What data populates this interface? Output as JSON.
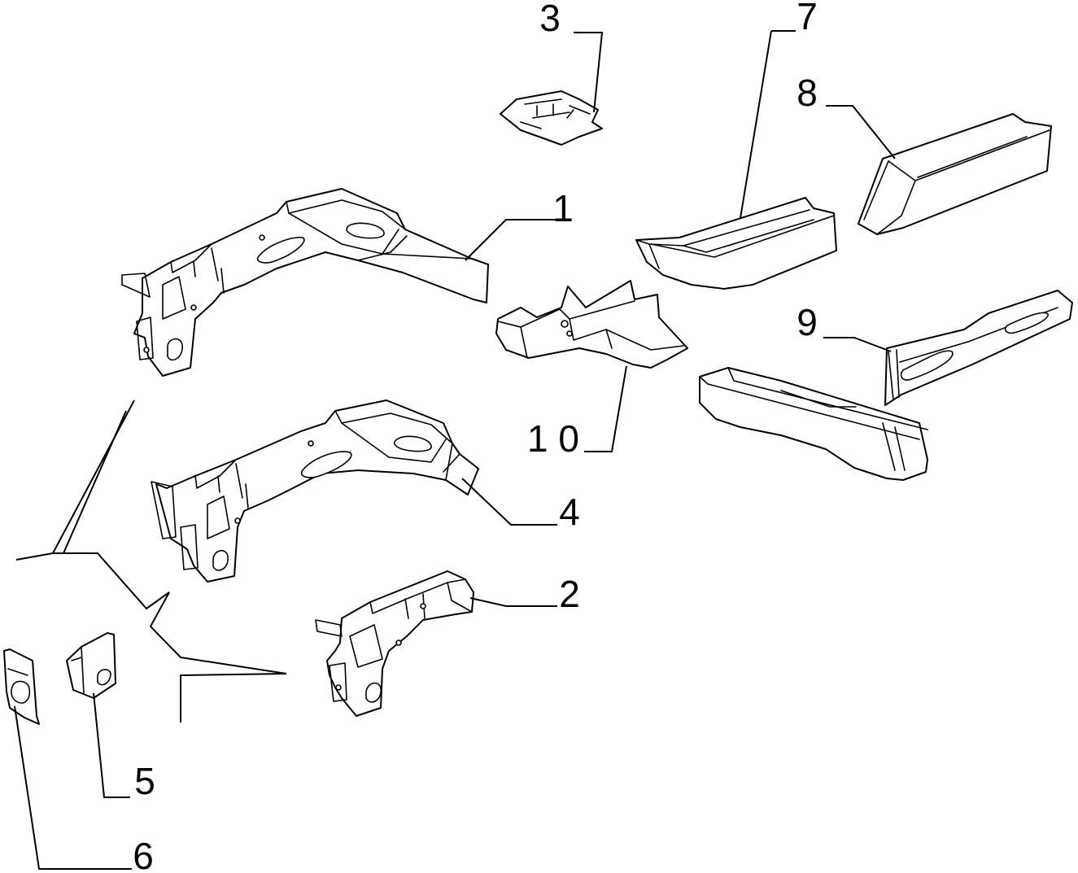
{
  "diagram": {
    "background": "#ffffff",
    "line_color": "#000000",
    "callouts": [
      {
        "id": "1",
        "label": "1"
      },
      {
        "id": "2",
        "label": "2"
      },
      {
        "id": "3",
        "label": "3"
      },
      {
        "id": "4",
        "label": "4"
      },
      {
        "id": "5",
        "label": "5"
      },
      {
        "id": "6",
        "label": "6"
      },
      {
        "id": "7",
        "label": "7"
      },
      {
        "id": "8",
        "label": "8"
      },
      {
        "id": "9",
        "label": "9"
      },
      {
        "id": "10",
        "label": "1 0"
      }
    ]
  }
}
